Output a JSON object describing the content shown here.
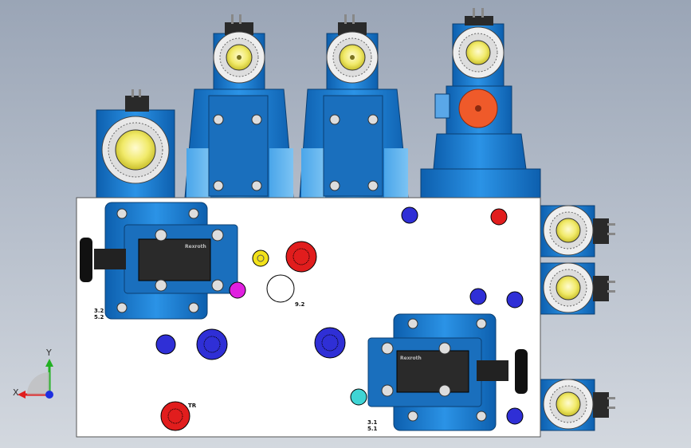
{
  "viewport": {
    "background_top": "#9aa5b6",
    "background_bottom": "#d3d8df"
  },
  "colors": {
    "body_blue": "#1f7fd0",
    "body_blue_dark": "#0f4f86",
    "body_blue_light": "#5fb3ee",
    "manifold_plate": "#ffffff",
    "port_blue": "#2f2fd6",
    "port_red": "#e11d1d",
    "port_magenta": "#e020e0",
    "port_yellow": "#f2e21a",
    "port_cyan": "#3fd4d4",
    "coil_yellow": "#f4ef8a",
    "orange_plug": "#ef5a2a"
  },
  "part_labels": {
    "valve_left": [
      "3.2",
      "5.2"
    ],
    "port_92": "9.2",
    "port_tr": "TR",
    "valve_right": [
      "3.1",
      "5.1"
    ]
  },
  "valve_brand": {
    "left": "Rexroth",
    "right": "Rexroth"
  },
  "triad": {
    "x_label": "X",
    "y_label": "Y",
    "x_color": "#e01e1e",
    "y_color": "#22b022",
    "z_color": "#1e2fe0"
  }
}
